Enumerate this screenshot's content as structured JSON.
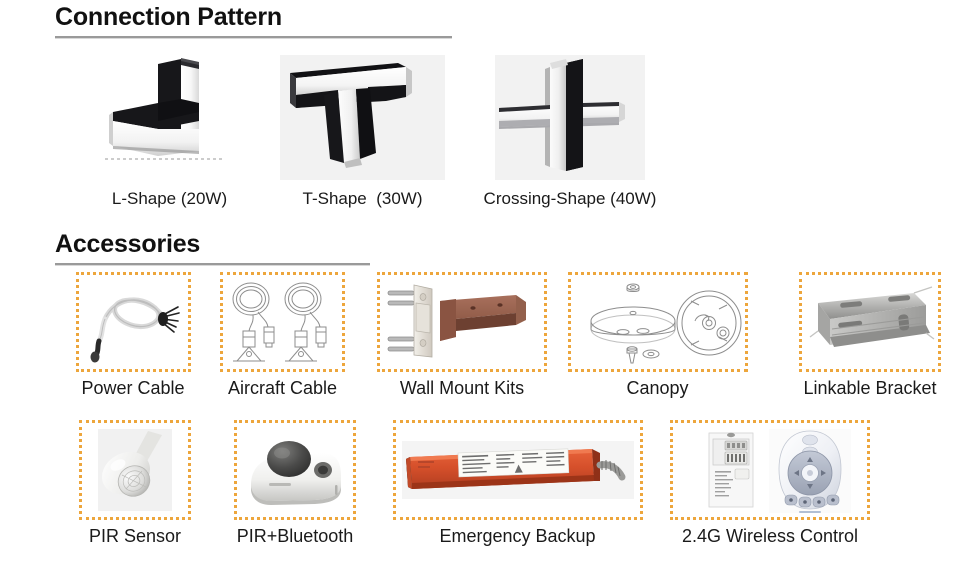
{
  "page": {
    "background": "#ffffff",
    "accent_dotted_border": "#eda63c",
    "rule_color": "#9a9a9a",
    "text_color": "#1a1a1a"
  },
  "sections": [
    {
      "id": "connection-pattern",
      "title": "Connection Pattern"
    },
    {
      "id": "accessories",
      "title": "Accessories"
    }
  ],
  "connection_pattern": {
    "title": "Connection Pattern",
    "items": [
      {
        "id": "l-shape",
        "label": "L-Shape (20W)",
        "shape": "L",
        "wattage": "20W",
        "image": "l-shape-luminaire-photo"
      },
      {
        "id": "t-shape",
        "label": "T-Shape  (30W)",
        "shape": "T",
        "wattage": "30W",
        "image": "t-shape-luminaire-photo"
      },
      {
        "id": "crossing-shape",
        "label": "Crossing-Shape (40W)",
        "shape": "Crossing",
        "wattage": "40W",
        "image": "crossing-shape-luminaire-photo"
      }
    ]
  },
  "accessories": {
    "title": "Accessories",
    "rows": [
      {
        "id": "row-1",
        "items": [
          {
            "id": "power-cable",
            "label": "Power Cable",
            "image": "power-cable-photo"
          },
          {
            "id": "aircraft-cable",
            "label": "Aircraft Cable",
            "image": "aircraft-cable-drawing"
          },
          {
            "id": "wall-mount-kits",
            "label": "Wall Mount Kits",
            "image": "wall-mount-kit-photo"
          },
          {
            "id": "canopy",
            "label": "Canopy",
            "image": "canopy-drawing"
          },
          {
            "id": "linkable-bracket",
            "label": "Linkable Bracket",
            "image": "linkable-bracket-photo"
          }
        ]
      },
      {
        "id": "row-2",
        "items": [
          {
            "id": "pir-sensor",
            "label": "PIR Sensor",
            "image": "pir-sensor-photo"
          },
          {
            "id": "pir-bluetooth",
            "label": "PIR+Bluetooth",
            "image": "pir-bluetooth-sensor-photo"
          },
          {
            "id": "emergency-backup",
            "label": "Emergency Backup",
            "image": "emergency-backup-ballast-photo"
          },
          {
            "id": "wireless-control",
            "label": "2.4G Wireless Control",
            "image": "wireless-control-remote-photo"
          }
        ]
      }
    ]
  }
}
